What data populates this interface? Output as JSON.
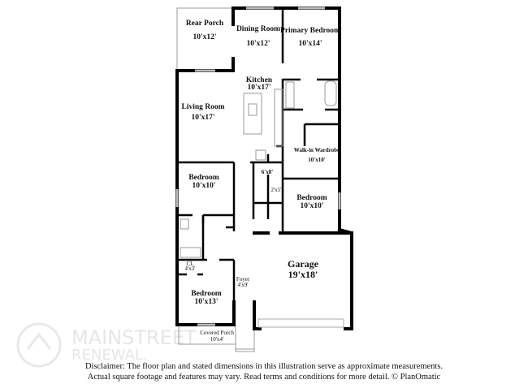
{
  "rooms": {
    "rear_porch": {
      "name": "Rear Porch",
      "dim": "10'x12'"
    },
    "dining_room": {
      "name": "Dining Room",
      "dim": "10'x12'"
    },
    "primary_bedroom": {
      "name": "Primary Bedroom",
      "dim": "10'x14'"
    },
    "kitchen": {
      "name": "Kitchen",
      "dim": "10'x17'"
    },
    "living_room": {
      "name": "Living Room",
      "dim": "10'x17'"
    },
    "walkin_wardrobe": {
      "name": "Walk-in Wardrobe",
      "dim": "10'x10'"
    },
    "laundry": {
      "dim": "6'x8'"
    },
    "bedroom_1": {
      "name": "Bedroom",
      "dim": "10'x10'"
    },
    "closet_small": {
      "dim": "2'x5'"
    },
    "bedroom_2": {
      "name": "Bedroom",
      "dim": "10'x10'"
    },
    "garage": {
      "name": "Garage",
      "dim": "19'x18'"
    },
    "foyer": {
      "name": "Foyer",
      "dim": "4'x9'"
    },
    "closet": {
      "name": "CL",
      "dim": "4'x3'"
    },
    "bedroom_3": {
      "name": "Bedroom",
      "dim": "10'x13'"
    },
    "covered_porch": {
      "name": "Covered Porch",
      "dim": "10'x4'"
    }
  },
  "watermark": {
    "line1": "MAINSTREET",
    "line2": "RENEWAL."
  },
  "disclaimer": {
    "line1": "Disclaimer: The floor plan and stated dimensions in this illustration serve as approximate measurements.",
    "line2": "Actual square footage and features may vary. Read terms and conditions for more detail. © PlanOmatic"
  }
}
